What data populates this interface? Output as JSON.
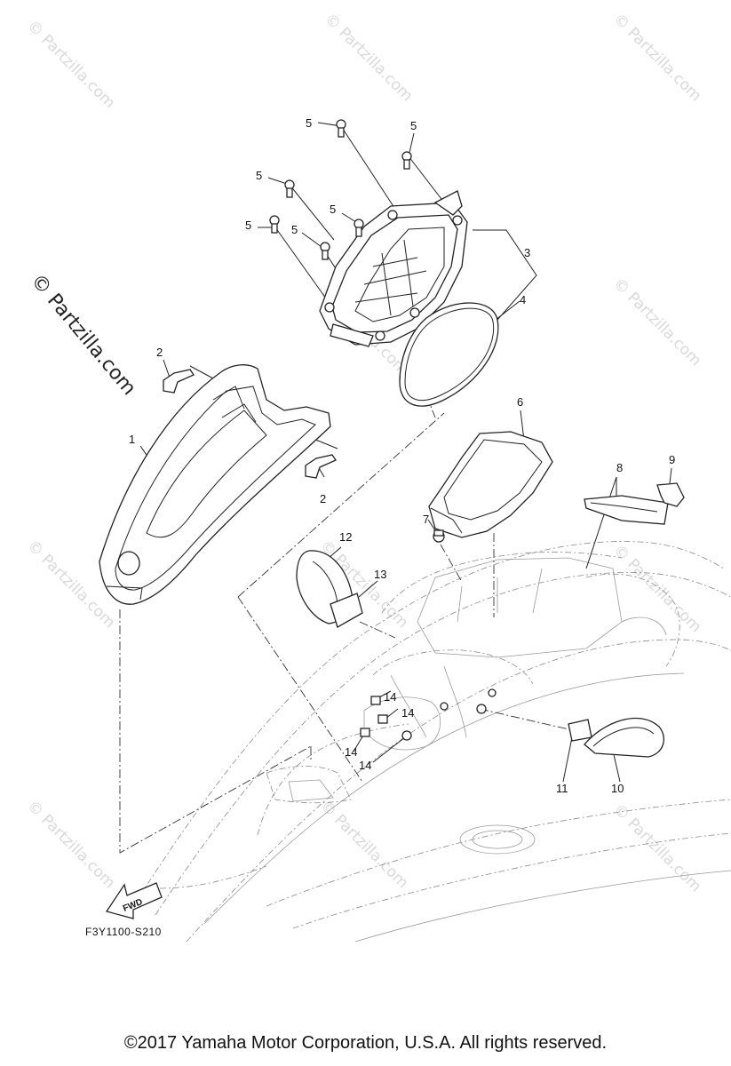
{
  "diagram": {
    "figure_code": "F3Y1100-S210",
    "fwd_label": "FWD",
    "callouts": [
      "1",
      "2",
      "2",
      "3",
      "4",
      "5",
      "5",
      "5",
      "5",
      "5",
      "5",
      "6",
      "7",
      "8",
      "9",
      "10",
      "11",
      "12",
      "13",
      "14",
      "14",
      "14",
      "14"
    ]
  },
  "watermark": {
    "side_text": "© Partzilla.com",
    "tile_text": "© Partzilla.com"
  },
  "footer": {
    "copyright": "©2017  Yamaha Motor Corporation, U.S.A. All rights reserved."
  }
}
